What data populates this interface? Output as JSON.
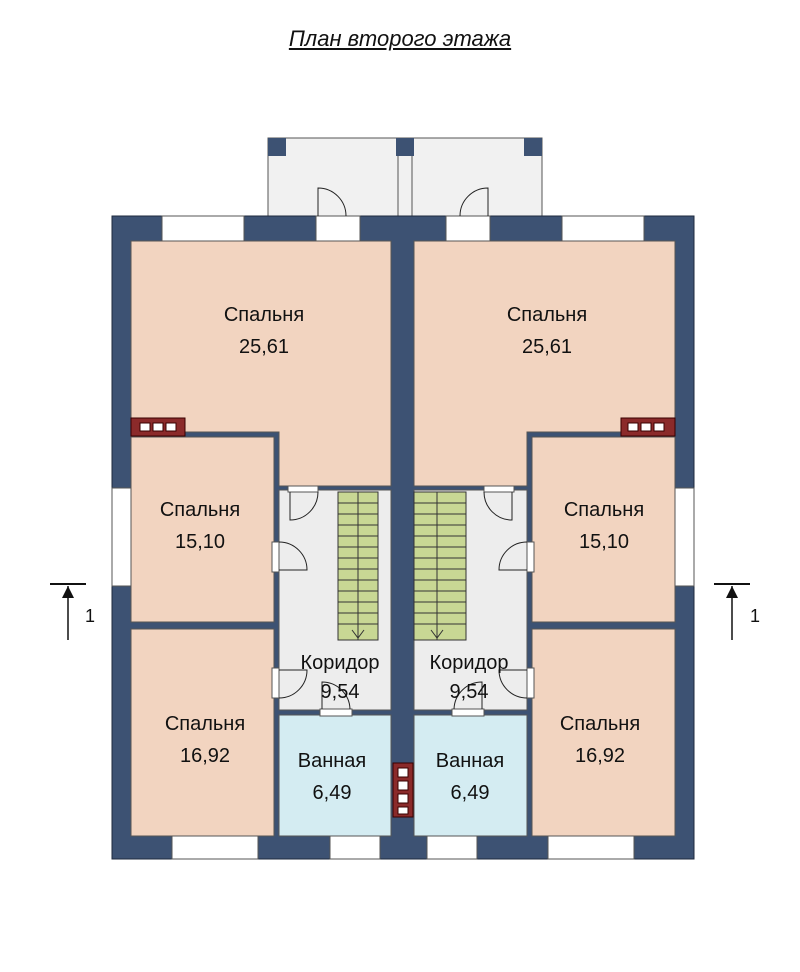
{
  "title": "План второго этажа",
  "colors": {
    "wall": "#3d5273",
    "bedroom": "#f2d4c0",
    "corridor": "#ededed",
    "bath": "#d4ecf2",
    "stairs": "#c8d794",
    "balcony": "#f1f1f1",
    "chimney": "#8b2a2a"
  },
  "rooms": {
    "bed_big_left": {
      "name": "Спальня",
      "area": "25,61"
    },
    "bed_big_right": {
      "name": "Спальня",
      "area": "25,61"
    },
    "bed_mid_left": {
      "name": "Спальня",
      "area": "15,10"
    },
    "bed_mid_right": {
      "name": "Спальня",
      "area": "15,10"
    },
    "bed_low_left": {
      "name": "Спальня",
      "area": "16,92"
    },
    "bed_low_right": {
      "name": "Спальня",
      "area": "16,92"
    },
    "corridor_left": {
      "name": "Коридор",
      "area": "9,54"
    },
    "corridor_right": {
      "name": "Коридор",
      "area": "9,54"
    },
    "bath_left": {
      "name": "Ванная",
      "area": "6,49"
    },
    "bath_right": {
      "name": "Ванная",
      "area": "6,49"
    }
  },
  "section_marks": {
    "left": "1",
    "right": "1"
  }
}
